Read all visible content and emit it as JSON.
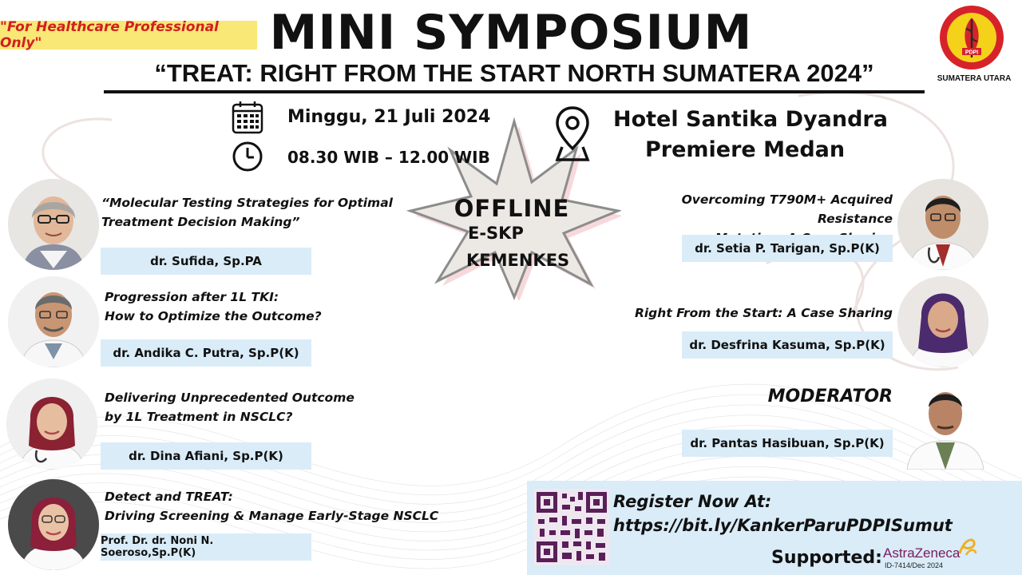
{
  "badge": "\"For Healthcare Professional Only\"",
  "title": "MINI SYMPOSIUM",
  "subtitle": "“TREAT: RIGHT FROM THE START NORTH SUMATERA 2024”",
  "logo": {
    "caption": "SUMATERA UTARA",
    "inner_text": "PDPI"
  },
  "event": {
    "date": "Minggu, 21 Juli 2024",
    "time": "08.30 WIB – 12.00 WIB",
    "venue_line1": "Hotel Santika Dyandra",
    "venue_line2": "Premiere Medan"
  },
  "offline": {
    "title": "OFFLINE",
    "line1": "E-SKP",
    "line2": "KEMENKES"
  },
  "left_sessions": [
    {
      "topic_line1": "“Molecular Testing Strategies for Optimal",
      "topic_line2": "Treatment Decision Making”",
      "speaker": "dr. Sufida, Sp.PA"
    },
    {
      "topic_line1": "Progression after 1L TKI:",
      "topic_line2": "How to Optimize the Outcome?",
      "speaker": "dr. Andika C. Putra, Sp.P(K)"
    },
    {
      "topic_line1": "Delivering Unprecedented Outcome",
      "topic_line2": "by 1L Treatment in NSCLC?",
      "speaker": "dr. Dina Afiani, Sp.P(K)"
    },
    {
      "topic_line1": "Detect and TREAT:",
      "topic_line2": "Driving Screening & Manage Early-Stage NSCLC",
      "speaker": "Prof. Dr. dr. Noni N. Soeroso,Sp.P(K)"
    }
  ],
  "right_sessions": [
    {
      "topic_line1": "Overcoming T790M+ Acquired Resistance",
      "topic_line2": "Mutation: A Case Sharing",
      "speaker": "dr. Setia P. Tarigan, Sp.P(K)"
    },
    {
      "topic_line1": "Right From the Start: A Case Sharing",
      "speaker": "dr. Desfrina Kasuma, Sp.P(K)"
    }
  ],
  "moderator": {
    "label": "MODERATOR",
    "name": "dr. Pantas Hasibuan, Sp.P(K)"
  },
  "register": {
    "label": "Register Now At:",
    "url": "https://bit.ly/KankerParuPDPISumut"
  },
  "supported": {
    "label": "Supported:",
    "sponsor": "AstraZeneca",
    "doc_id": "ID-7414/Dec 2024"
  },
  "colors": {
    "badge_bg": "#f9e776",
    "badge_text": "#d11f1f",
    "namebox_bg": "#d9ecf8",
    "logo_red": "#d6232a",
    "logo_yellow": "#f4d21a"
  },
  "icons": [
    "calendar-icon",
    "clock-icon",
    "location-pin-icon",
    "qr-code",
    "astrazeneca-logo"
  ]
}
